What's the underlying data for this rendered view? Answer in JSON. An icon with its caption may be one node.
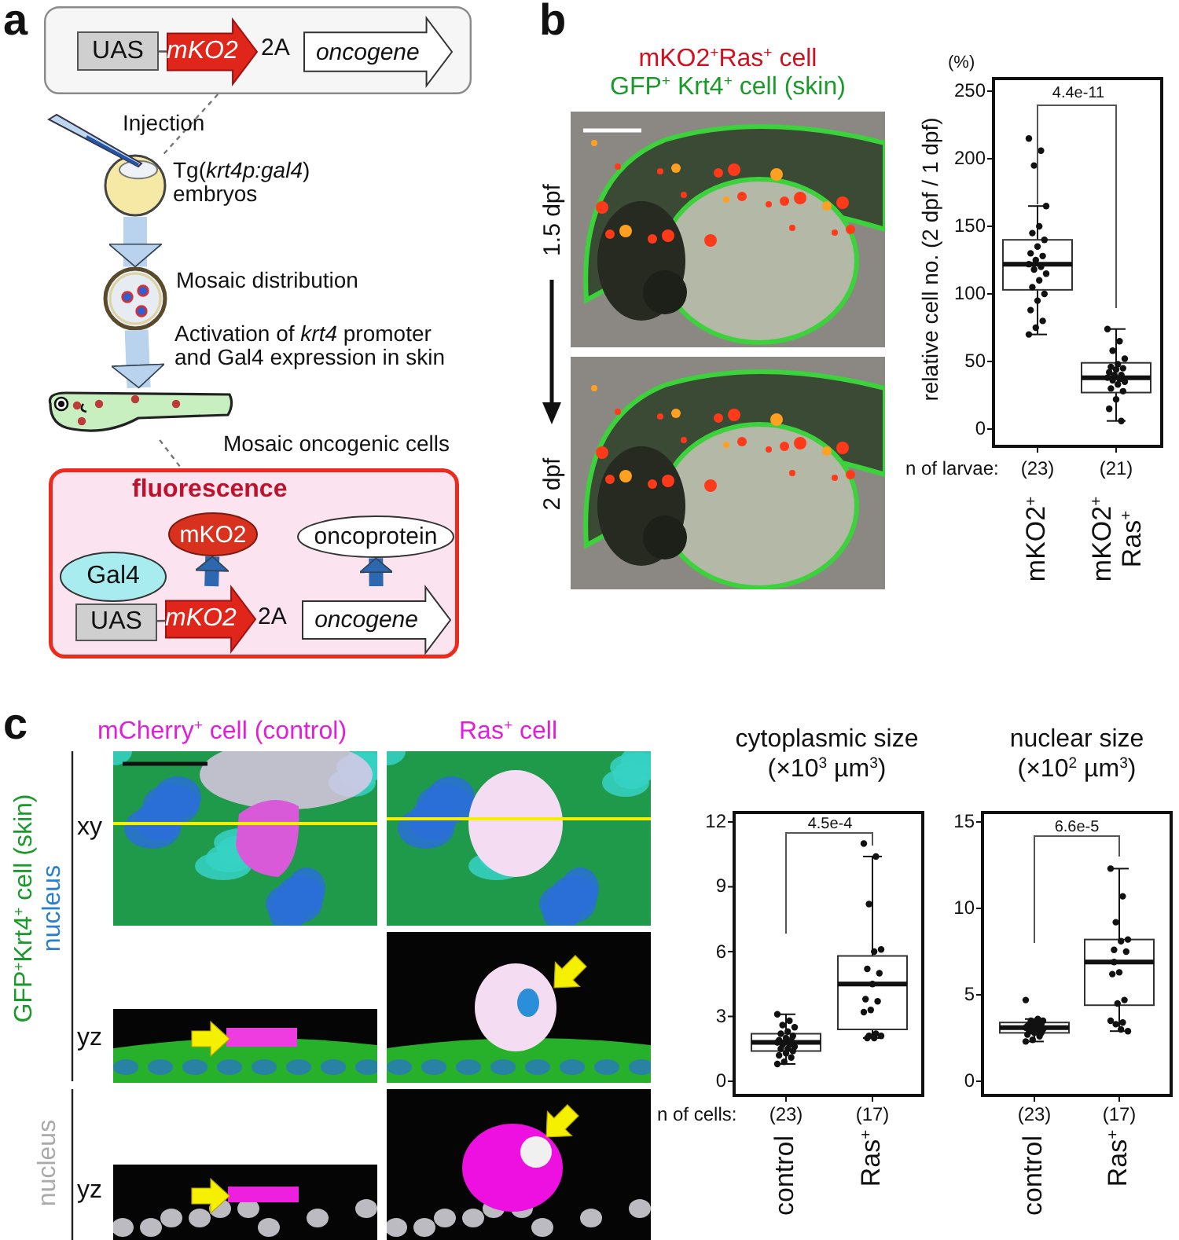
{
  "diagram": {
    "nodes": [
      {
        "text": [],
        "shape": "box"
      },
      {
        "text": [
          "UAS"
        ],
        "in": 0
      },
      {
        "text": [
          "mKO2"
        ],
        "in": 0
      },
      {
        "text": [
          "oncogene"
        ],
        "in": 0
      },
      {
        "text": [],
        "shape": "picture",
        "beside": [
          "Tg(*krt4p:gal4*) embryos"
        ]
      },
      {
        "text": [],
        "shape": "picture",
        "beside": [
          "Mosaic distribution"
        ]
      },
      {
        "text": [],
        "shape": "picture"
      },
      {
        "text": [
          "fluorescence"
        ]
      },
      {
        "text": [
          "mKO2"
        ],
        "in": 7
      },
      {
        "text": [
          "oncoprotein"
        ],
        "in": 7
      },
      {
        "text": [
          "Gal4"
        ],
        "in": 7
      },
      {
        "text": [
          "UAS"
        ],
        "in": 7
      },
      {
        "text": [
          "mKO2"
        ],
        "in": 7
      },
      {
        "text": [
          "oncogene"
        ],
        "in": 7
      }
    ],
    "edges": [
      {
        "from": 0,
        "to": 4,
        "arrow": "none",
        "style": "dashed",
        "color": "#777777"
      },
      {
        "from": 4,
        "to": 5,
        "arrow": "to",
        "style": "thick",
        "color": "#b9d3ee"
      },
      {
        "from": 5,
        "to": 6,
        "arrow": "to",
        "style": "thick",
        "color": "#b9d3ee",
        "label": "Activation of *krt4* promoter and Gal4 expression in skin"
      },
      {
        "from": 6,
        "to": 7,
        "arrow": "none",
        "style": "dashed",
        "color": "#777777",
        "label": "Mosaic oncogenic cells"
      },
      {
        "from": 12,
        "to": 8,
        "arrow": "to",
        "style": "thick",
        "color": "#2c67b0"
      },
      {
        "from": 13,
        "to": 9,
        "arrow": "to",
        "style": "thick",
        "color": "#2c67b0"
      },
      {
        "from": 1,
        "to": 2,
        "arrow": "none",
        "color": "#555555"
      },
      {
        "from": 11,
        "to": 12,
        "arrow": "none",
        "color": "#555555"
      }
    ],
    "labels": [
      "a",
      "2A",
      "Injection",
      "2A",
      "b",
      "mKO2$^{+}$Ras$^{+}$ cell",
      "GFP$^{+}$ Krt4$^{+}$ cell (skin)",
      "1.5 dpf",
      "2 dpf",
      "(%)",
      "250",
      "200",
      "150",
      "100",
      "50",
      "0",
      "relative cell no. (2 dpf / 1 dpf)",
      "4.4e-11",
      "n of larvae:",
      "(23)",
      "(21)",
      "mKO2$^{+}$",
      "mKO2$^{+}$ Ras$^{+}$",
      "c",
      "mCherry$^{+}$ cell (control)",
      "Ras$^{+}$ cell",
      "GFP$^{+}$Krt4$^{+}$ cell (skin)",
      "nucleus",
      "nucleus",
      "xy",
      "yz",
      "yz",
      "cytoplasmic size",
      "(×10$^{3}$ µm$^{3}$)",
      "12",
      "9",
      "6",
      "3",
      "0",
      "4.5e-4",
      "n of cells:",
      "(23)",
      "(17)",
      "control",
      "Ras$^{+}$",
      "nuclear size",
      "(×10$^{2}$ µm$^{3}$)",
      "15",
      "10",
      "5",
      "0",
      "6.6e-5",
      "(23)",
      "(17)",
      "control",
      "Ras$^{+}$"
    ]
  }
}
